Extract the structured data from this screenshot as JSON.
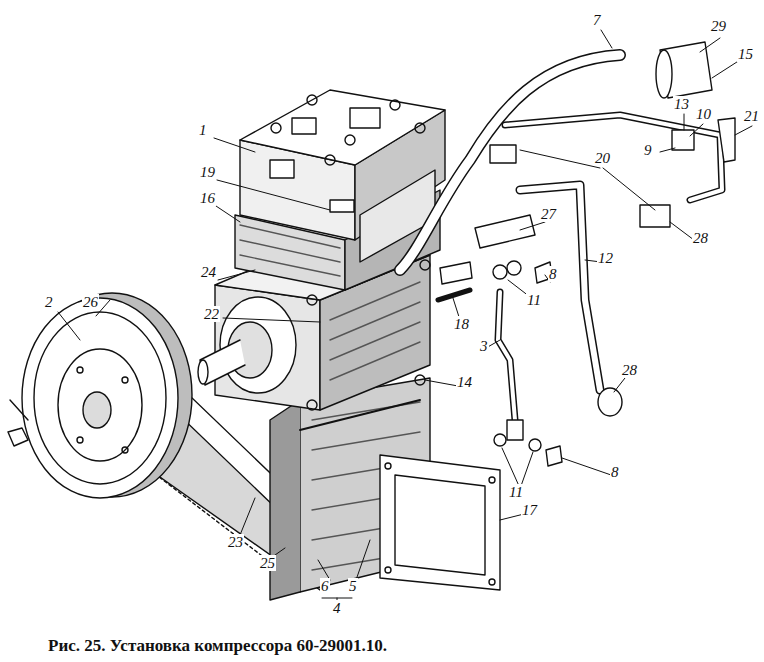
{
  "diagram": {
    "caption": "Рис. 25. Установка компрессора 60-29001.10.",
    "labels": [
      "7",
      "29",
      "15",
      "13",
      "10",
      "21",
      "9",
      "1",
      "19",
      "20",
      "16",
      "27",
      "28",
      "12",
      "24",
      "8",
      "11",
      "2",
      "26",
      "22",
      "18",
      "3",
      "14",
      "28",
      "11",
      "8",
      "17",
      "23",
      "25",
      "6",
      "5",
      "4"
    ]
  }
}
